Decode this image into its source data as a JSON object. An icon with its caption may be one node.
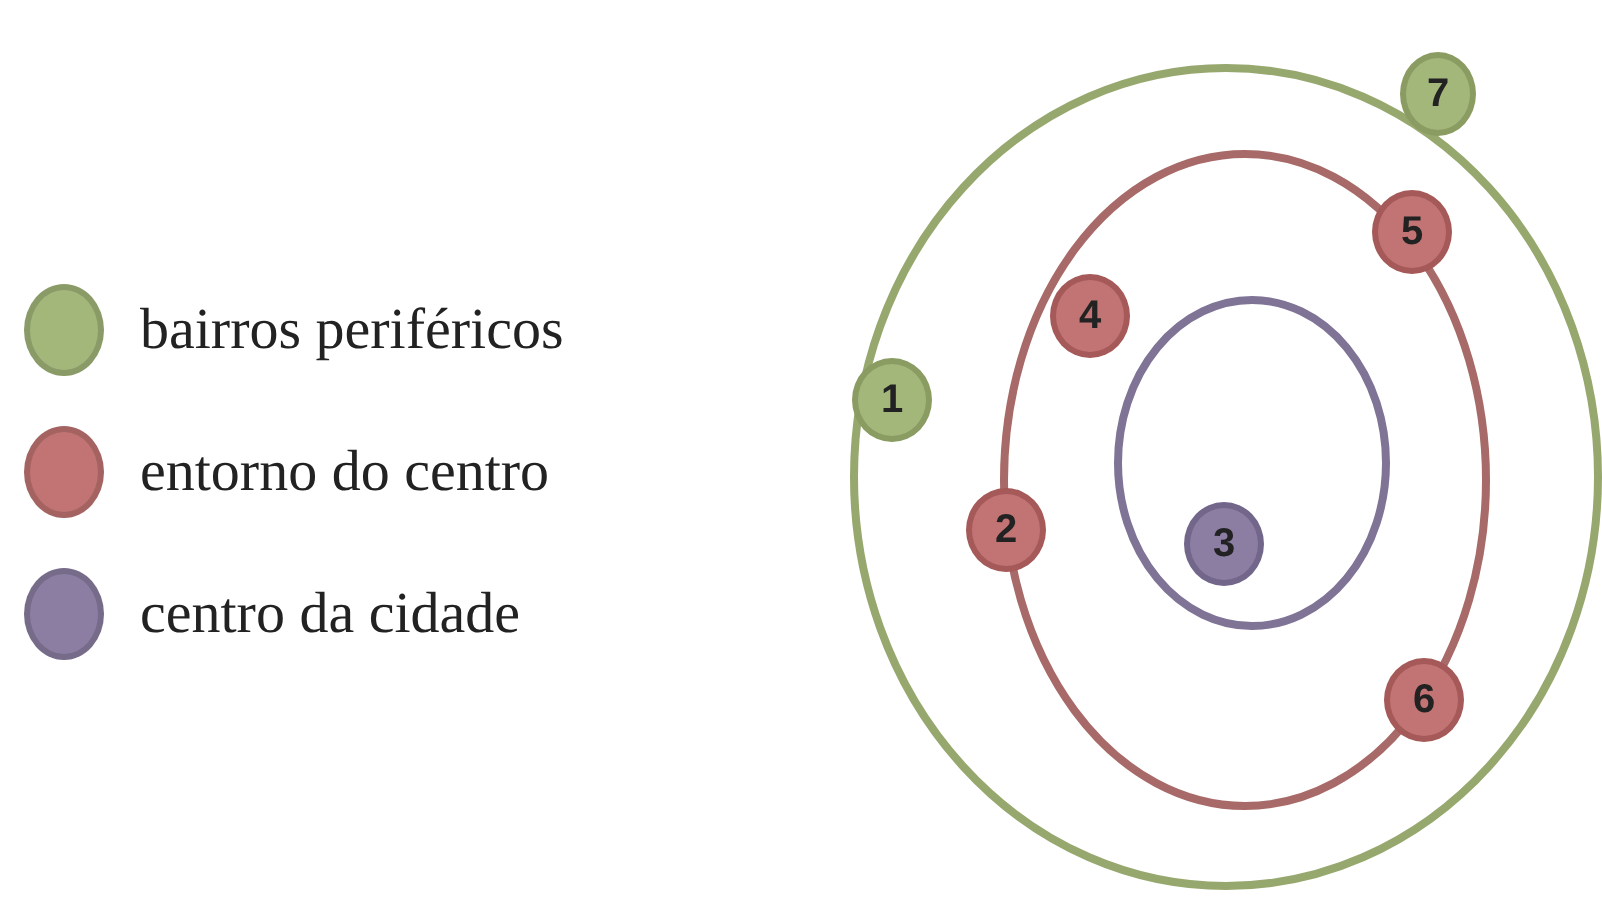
{
  "diagram": {
    "nodes": [
      {
        "text": [],
        "shape": "circle"
      },
      {
        "text": [],
        "shape": "circle",
        "in": 0
      },
      {
        "text": [],
        "shape": "circle",
        "in": 1
      },
      {
        "text": [
          "7"
        ]
      },
      {
        "text": [
          "5"
        ],
        "in": 0
      },
      {
        "text": [
          "4"
        ],
        "in": 1
      },
      {
        "text": [
          "1"
        ],
        "in": 0
      },
      {
        "text": [
          "2"
        ],
        "in": 0
      },
      {
        "text": [
          "3"
        ],
        "in": 2
      },
      {
        "text": [
          "6"
        ],
        "in": 0
      }
    ],
    "edges": [],
    "legend": [
      {
        "text": "bairros periféricos",
        "color": "#a3b77b"
      },
      {
        "text": "entorno do centro",
        "color": "#c17473"
      },
      {
        "text": "centro da cidade",
        "color": "#8c7ea3"
      }
    ]
  }
}
